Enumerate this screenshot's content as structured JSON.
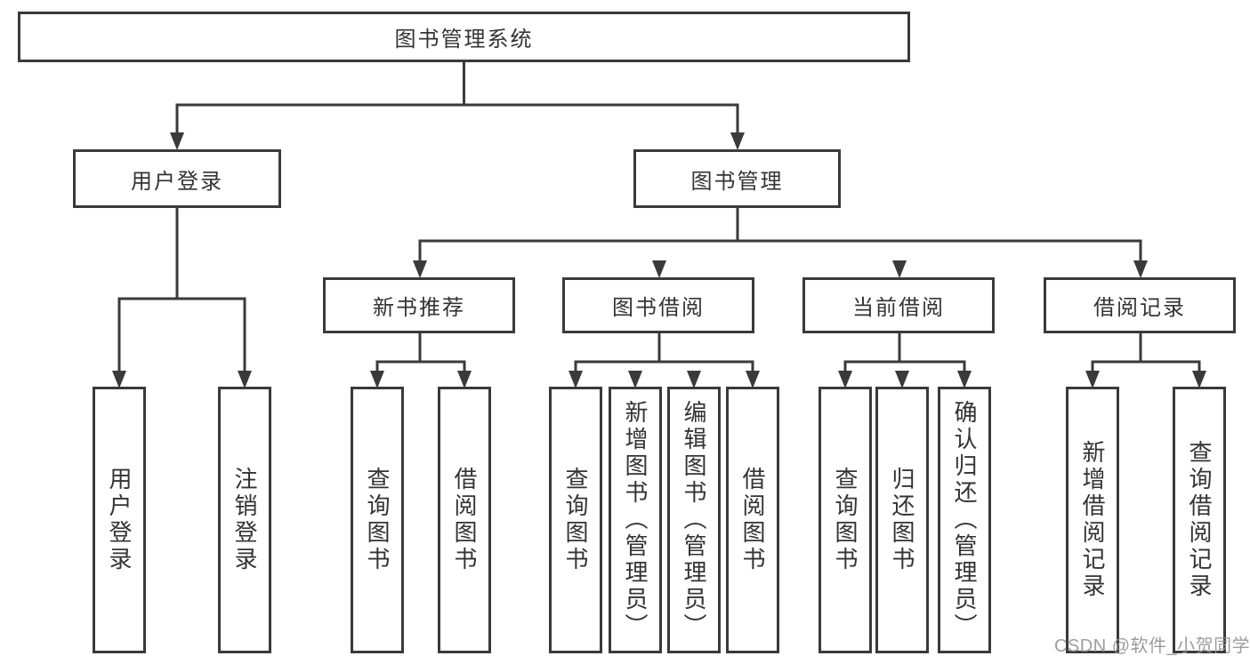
{
  "diagram": {
    "root": {
      "label": "图书管理系统"
    },
    "branches": [
      {
        "label": "用户登录",
        "leaves": [
          {
            "label": "用户登录"
          },
          {
            "label": "注销登录"
          }
        ]
      },
      {
        "label": "图书管理",
        "groups": [
          {
            "label": "新书推荐",
            "leaves": [
              {
                "label": "查询图书"
              },
              {
                "label": "借阅图书"
              }
            ]
          },
          {
            "label": "图书借阅",
            "leaves": [
              {
                "label": "查询图书"
              },
              {
                "label": "新增图书（管理员）"
              },
              {
                "label": "编辑图书（管理员）"
              },
              {
                "label": "借阅图书"
              }
            ]
          },
          {
            "label": "当前借阅",
            "leaves": [
              {
                "label": "查询图书"
              },
              {
                "label": "归还图书"
              },
              {
                "label": "确认归还（管理员）"
              }
            ]
          },
          {
            "label": "借阅记录",
            "leaves": [
              {
                "label": "新增借阅记录"
              },
              {
                "label": "查询借阅记录"
              }
            ]
          }
        ]
      }
    ]
  },
  "watermark": {
    "text": "CSDN @软件_小贺同学"
  },
  "colors": {
    "line": "#3a3a3a",
    "text": "#333338",
    "background": "#ffffff",
    "watermark": "#94949b"
  }
}
